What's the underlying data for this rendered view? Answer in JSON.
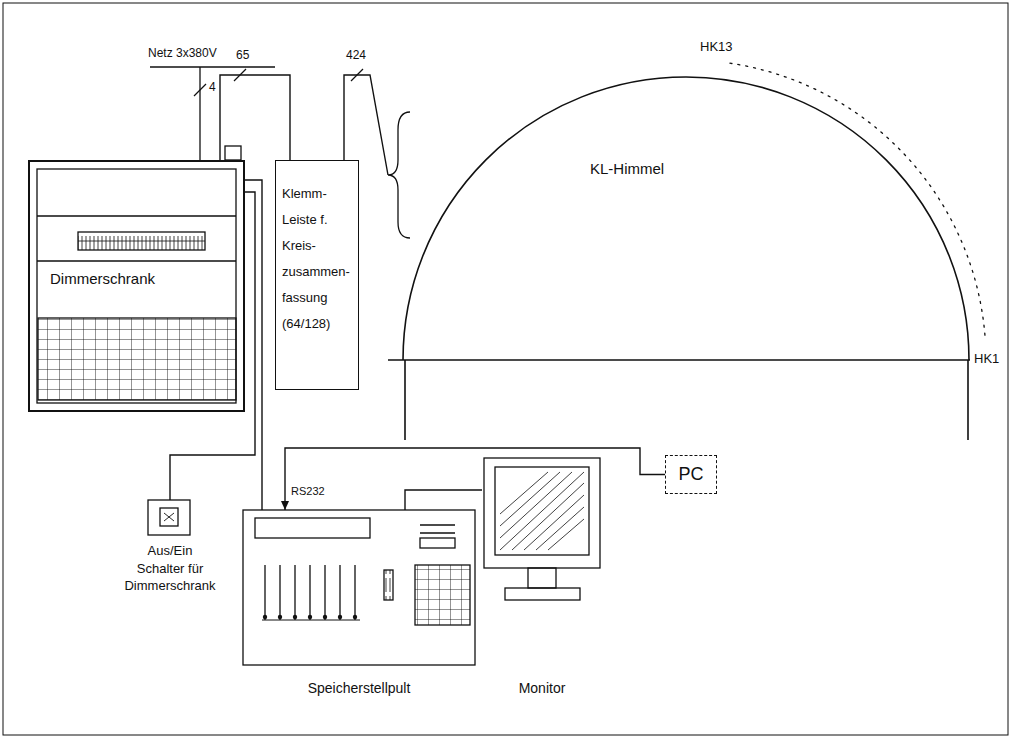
{
  "diagram": {
    "nodes": [
      {
        "text": [
          "Dimmerschrank"
        ]
      },
      {
        "text": [
          "Klemm- Leiste f. Kreis- zusammen- fassung (64/128)"
        ]
      },
      {
        "text": [
          "KL-Himmel"
        ]
      },
      {
        "text": [
          "PC"
        ]
      },
      {
        "text": [
          "Aus/Ein Schalter für Dimmerschrank"
        ]
      },
      {
        "text": [
          "Speicherstellpult"
        ]
      },
      {
        "text": [
          "Monitor"
        ]
      }
    ],
    "edges": [
      {
        "from": 0,
        "to": 1,
        "label": "65",
        "arrow": "none"
      },
      {
        "from": 1,
        "to": 2,
        "label": "424",
        "arrow": "none"
      },
      {
        "from": 0,
        "to": 5,
        "arrow": "none"
      },
      {
        "from": 0,
        "to": 4,
        "arrow": "none"
      },
      {
        "from": 3,
        "to": 5,
        "label": "RS232",
        "arrow": "to"
      },
      {
        "from": 5,
        "to": 6,
        "arrow": "none"
      }
    ],
    "labels": [
      "Netz 3x380V",
      "4",
      "HK13",
      "HK1"
    ]
  }
}
